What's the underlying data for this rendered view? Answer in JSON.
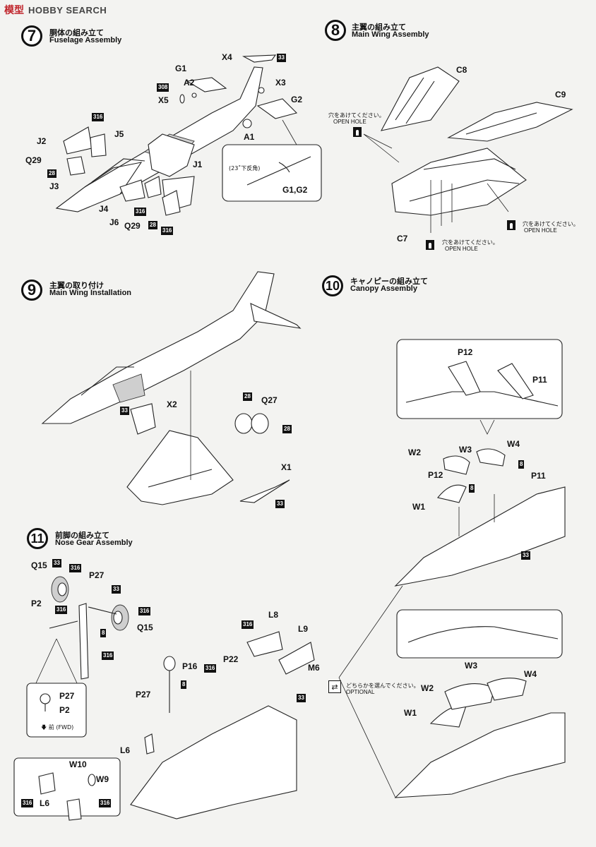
{
  "watermark": {
    "logo": "模型",
    "site": "HOBBY SEARCH"
  },
  "steps": [
    {
      "num": "7",
      "jp": "胴体の組み立て",
      "en": "Fuselage Assembly"
    },
    {
      "num": "8",
      "jp": "主翼の組み立て",
      "en": "Main Wing Assembly"
    },
    {
      "num": "9",
      "jp": "主翼の取り付け",
      "en": "Main Wing Installation"
    },
    {
      "num": "10",
      "jp": "キャノピーの組み立て",
      "en": "Canopy Assembly"
    },
    {
      "num": "11",
      "jp": "前脚の組み立て",
      "en": "Nose Gear Assembly"
    }
  ],
  "step7": {
    "parts": [
      "X4",
      "G1",
      "A2",
      "X3",
      "X5",
      "G2",
      "J2",
      "J5",
      "A1",
      "Q29",
      "J3",
      "J1",
      "J4",
      "J6",
      "Q29"
    ],
    "badges": [
      "33",
      "308",
      "316",
      "28",
      "316",
      "28",
      "316"
    ],
    "inset_angle": "(23˚下反角)",
    "inset_label": "G1,G2"
  },
  "step8": {
    "parts": [
      "C8",
      "C9",
      "C7"
    ],
    "hole_note_jp": "穴をあけてください。",
    "hole_note_en": "OPEN HOLE"
  },
  "step9": {
    "parts": [
      "X2",
      "Q27",
      "X1"
    ],
    "badges": [
      "33",
      "28",
      "28",
      "33"
    ]
  },
  "step10": {
    "parts_top": [
      "P12",
      "P11"
    ],
    "parts_mid": [
      "W2",
      "W3",
      "W4",
      "P12",
      "P11",
      "W1"
    ],
    "badges": [
      "8",
      "8",
      "33"
    ],
    "parts_bot": [
      "W3",
      "W4",
      "W2",
      "W1"
    ],
    "optional_jp": "どちらかを選んでください。",
    "optional_en": "OPTIONAL"
  },
  "step11": {
    "parts": [
      "Q15",
      "P27",
      "P2",
      "Q15",
      "L8",
      "L9",
      "P16",
      "P22",
      "M6",
      "P27",
      "L6",
      "W10",
      "W9",
      "L6"
    ],
    "badges": [
      "33",
      "316",
      "316",
      "8",
      "33",
      "316",
      "316",
      "316",
      "8",
      "316",
      "33",
      "316",
      "316"
    ],
    "inset_p27": "P27",
    "inset_p2": "P2",
    "fwd_label": "前 (FWD)"
  }
}
